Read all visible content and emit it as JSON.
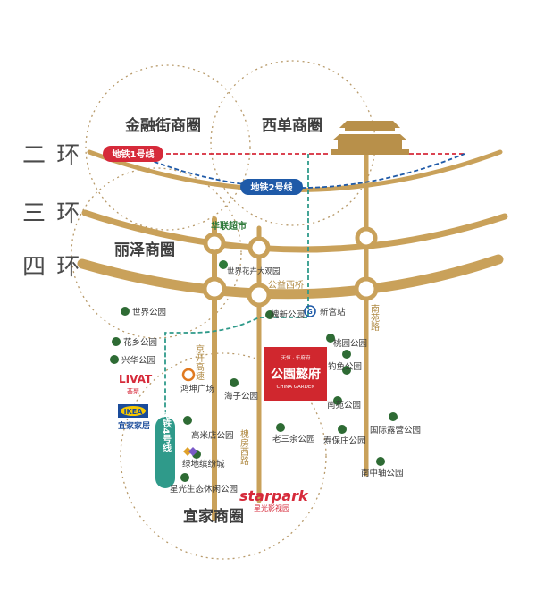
{
  "colors": {
    "road": "#c9a15a",
    "road_dark": "#b8904a",
    "metro1": "#d62a3a",
    "metro2": "#1f5aa8",
    "metro4": "#2f9a8a",
    "tree": "#2e6b34",
    "project_box": "#d0272e",
    "text": "#3d3d3d",
    "dotted_circle": "#b89a6a"
  },
  "rings": {
    "ring2": "二 环",
    "ring3": "三 环",
    "ring4": "四 环"
  },
  "districts": {
    "financial": "金融街商圈",
    "xidan": "西单商圈",
    "lize": "丽泽商圈",
    "yijia": "宜家商圈"
  },
  "metro": {
    "line1": "地铁1号线",
    "line2": "地铁2号线",
    "line4": "地铁4号线"
  },
  "roads": {
    "jingkai": "京开高速",
    "nanyuan": "南苑路",
    "huaifang": "槐房西路",
    "gongyi_bridge": "公益西桥",
    "xingong": "新宫站"
  },
  "pois": {
    "hualian": "华联超市",
    "world_garden": "世界花卉大观园",
    "world_park": "世界公园",
    "huaxiang": "花乡公园",
    "xinghua": "兴华公园",
    "livat": "LIVAT",
    "livat_sub": "荟聚",
    "ikea": "IKEA",
    "ikea_sub": "宜家家居",
    "hongkun": "鸿坤广场",
    "gaomidian": "高米店公园",
    "lvdi": "绿地缤纷城",
    "xingguang_park": "星光生态休闲公园",
    "haizi": "海子公园",
    "laosanyu": "老三余公园",
    "huaixin": "槐新公园",
    "taoyuan": "桃园公园",
    "diaoyu": "钓鱼公园",
    "nanyuan_park": "南苑公园",
    "shoubao": "寿保庄公园",
    "guoji_park": "国际露营公园",
    "nanzhongzhou": "南中轴公园"
  },
  "project": {
    "name": "公園懿府",
    "sub_top": "天恒 · 乐府府",
    "sub_en": "CHINA GARDEN"
  },
  "starpark": {
    "name": "starpark",
    "sub": "星光影视园"
  }
}
